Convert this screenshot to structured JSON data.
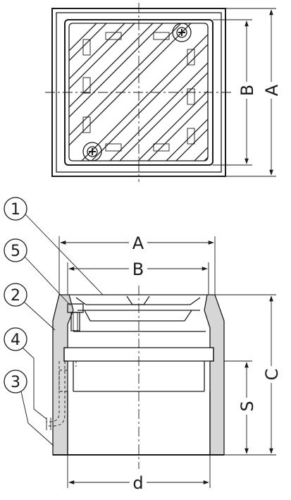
{
  "top_view": {
    "dim_a": "A",
    "dim_b": "B"
  },
  "section_view": {
    "dim_a": "A",
    "dim_b": "B",
    "dim_c": "C",
    "dim_s": "S",
    "dim_d": "d"
  },
  "callouts": [
    "1",
    "5",
    "2",
    "4",
    "3"
  ]
}
